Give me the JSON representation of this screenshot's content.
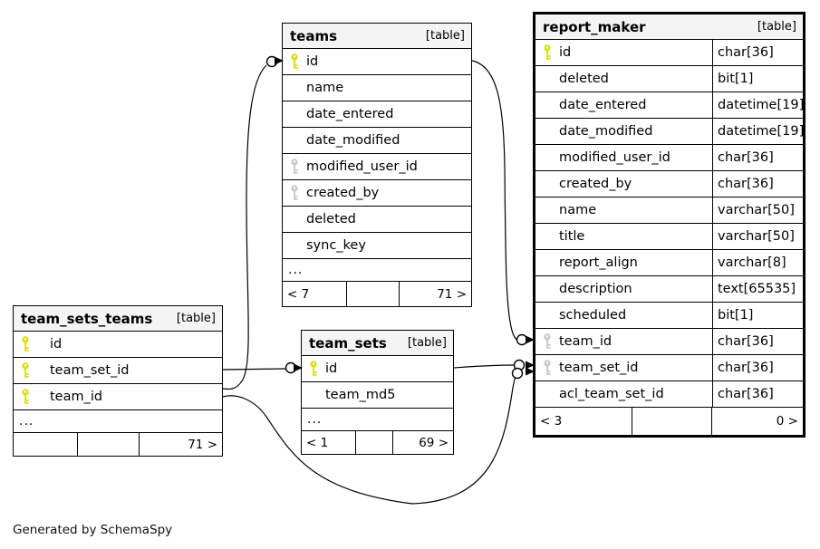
{
  "page": {
    "footer_note": "Generated by SchemaSpy"
  },
  "colors": {
    "primary_key": "#dede00",
    "foreign_key": "#c8c8c8",
    "header_bg": "#f4f4f4",
    "border": "#000000"
  },
  "tables": [
    {
      "id": "teams",
      "title": "teams",
      "tag": "[table]",
      "columns": [
        {
          "name": "id",
          "key": "pk"
        },
        {
          "name": "name",
          "key": null
        },
        {
          "name": "date_entered",
          "key": null
        },
        {
          "name": "date_modified",
          "key": null
        },
        {
          "name": "modified_user_id",
          "key": "fk"
        },
        {
          "name": "created_by",
          "key": "fk"
        },
        {
          "name": "deleted",
          "key": null
        },
        {
          "name": "sync_key",
          "key": null
        }
      ],
      "ellipsis": "...",
      "footer": [
        "< 7",
        "",
        "71 >"
      ]
    },
    {
      "id": "team_sets_teams",
      "title": "team_sets_teams",
      "tag": "[table]",
      "columns": [
        {
          "name": "id",
          "key": "pk"
        },
        {
          "name": "team_set_id",
          "key": "pk"
        },
        {
          "name": "team_id",
          "key": "pk"
        }
      ],
      "ellipsis": "...",
      "footer": [
        "",
        "",
        "71 >"
      ]
    },
    {
      "id": "team_sets",
      "title": "team_sets",
      "tag": "[table]",
      "columns": [
        {
          "name": "id",
          "key": "pk"
        },
        {
          "name": "team_md5",
          "key": null
        }
      ],
      "ellipsis": "...",
      "footer": [
        "< 1",
        "",
        "69 >"
      ]
    },
    {
      "id": "report_maker",
      "title": "report_maker",
      "tag": "[table]",
      "columns": [
        {
          "name": "id",
          "type": "char[36]",
          "key": "pk"
        },
        {
          "name": "deleted",
          "type": "bit[1]",
          "key": null
        },
        {
          "name": "date_entered",
          "type": "datetime[19]",
          "key": null
        },
        {
          "name": "date_modified",
          "type": "datetime[19]",
          "key": null
        },
        {
          "name": "modified_user_id",
          "type": "char[36]",
          "key": null
        },
        {
          "name": "created_by",
          "type": "char[36]",
          "key": null
        },
        {
          "name": "name",
          "type": "varchar[50]",
          "key": null
        },
        {
          "name": "title",
          "type": "varchar[50]",
          "key": null
        },
        {
          "name": "report_align",
          "type": "varchar[8]",
          "key": null
        },
        {
          "name": "description",
          "type": "text[65535]",
          "key": null
        },
        {
          "name": "scheduled",
          "type": "bit[1]",
          "key": null
        },
        {
          "name": "team_id",
          "type": "char[36]",
          "key": "fk"
        },
        {
          "name": "team_set_id",
          "type": "char[36]",
          "key": "fk"
        },
        {
          "name": "acl_team_set_id",
          "type": "char[36]",
          "key": null
        }
      ],
      "ellipsis": null,
      "footer": [
        "< 3",
        "",
        "0 >"
      ]
    }
  ],
  "relationships": [
    {
      "from": "team_sets_teams.team_id",
      "to": "teams.id"
    },
    {
      "from": "team_sets_teams.team_set_id",
      "to": "team_sets.id"
    },
    {
      "from": "report_maker.team_id",
      "to": "teams.id"
    },
    {
      "from": "report_maker.team_set_id",
      "to": "team_sets.id"
    },
    {
      "from": "team_sets_teams",
      "to": "report_maker.team_set_id"
    }
  ]
}
